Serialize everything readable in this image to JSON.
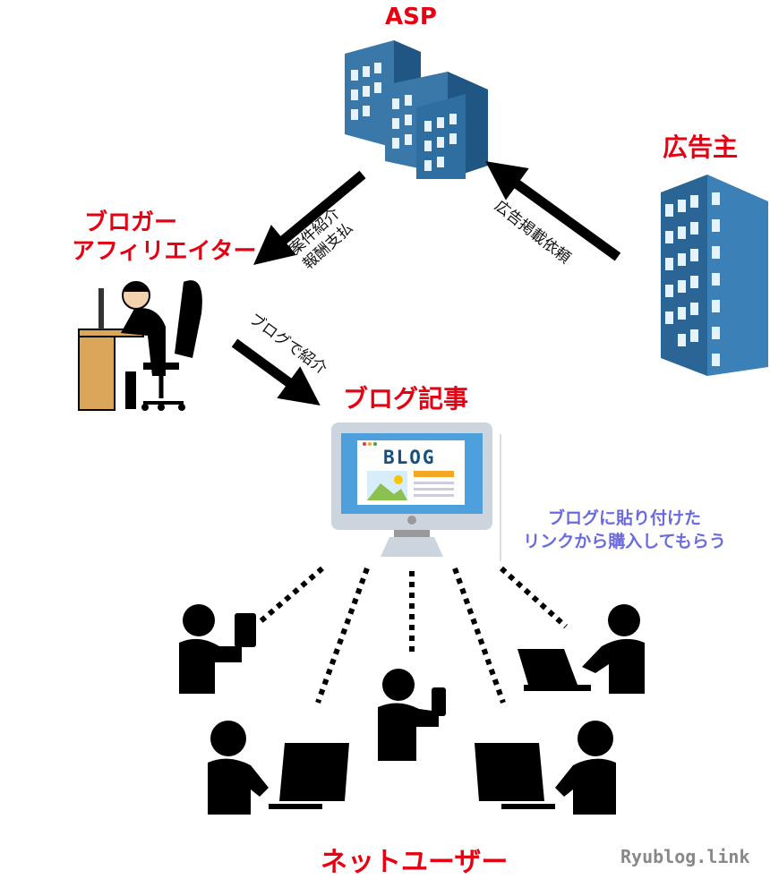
{
  "nodes": {
    "asp": "ASP",
    "advertiser": "広告主",
    "blogger_line1": "ブロガー",
    "blogger_line2": "アフィリエイター",
    "article": "ブログ記事",
    "users": "ネットユーザー"
  },
  "edges": {
    "asp_to_blogger_line1": "案件紹介",
    "asp_to_blogger_line2": "報酬支払",
    "advertiser_to_asp": "広告掲載依頼",
    "blogger_to_article": "ブログで紹介"
  },
  "note": {
    "line1": "ブログに貼り付けた",
    "line2": "リンクから購入してもらう"
  },
  "monitor_text": "BLOG",
  "watermark": "Ryublog.link",
  "colors": {
    "node_label": "#e60012",
    "note": "#6b6be0",
    "building": "#2a6596",
    "arrow": "#000000"
  },
  "icons": [
    "office-building-icon",
    "tall-building-icon",
    "desk-worker-icon",
    "monitor-icon",
    "phone-user-icon",
    "laptop-user-icon",
    "desktop-user-icon"
  ]
}
